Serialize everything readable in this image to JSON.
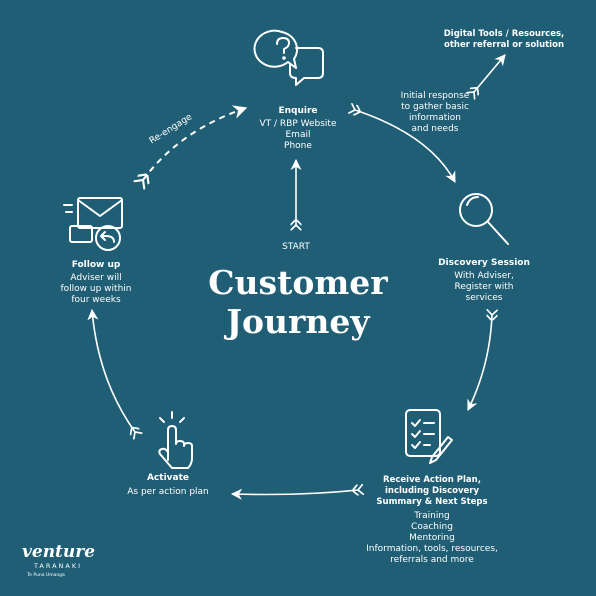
{
  "title": {
    "line1": "Customer",
    "line2": "Journey"
  },
  "start_label": "START",
  "reengage_label": "Re-engage",
  "external": {
    "title1": "Digital Tools / Resources,",
    "title2": "other referral or solution",
    "note1": "Initial response",
    "note2": "to gather basic",
    "note3": "information",
    "note4": "and needs"
  },
  "enquire": {
    "title": "Enquire",
    "l1": "VT / RBP Website",
    "l2": "Email",
    "l3": "Phone"
  },
  "discovery": {
    "title": "Discovery Session",
    "l1": "With Adviser,",
    "l2": "Register with",
    "l3": "services"
  },
  "action_plan": {
    "t1": "Receive Action Plan,",
    "t2": "including Discovery",
    "t3": "Summary & Next Steps",
    "l1": "Training",
    "l2": "Coaching",
    "l3": "Mentoring",
    "l4": "Information, tools, resources,",
    "l5": "referrals and more"
  },
  "activate": {
    "title": "Activate",
    "l1": "As per action plan"
  },
  "followup": {
    "title": "Follow up",
    "l1": "Adviser will",
    "l2": "follow up within",
    "l3": "four weeks"
  },
  "logo": {
    "name": "venture",
    "sub": "TARANAKI",
    "tag": "Te Puna Umanga"
  },
  "icons": {
    "enquire": "speech-bubbles-icon",
    "discovery": "magnifier-icon",
    "action_plan": "checklist-clipboard-icon",
    "activate": "tap-hand-icon",
    "followup": "envelope-reply-icon"
  },
  "colors": {
    "background": "#1f5e74",
    "foreground": "#ffffff"
  }
}
